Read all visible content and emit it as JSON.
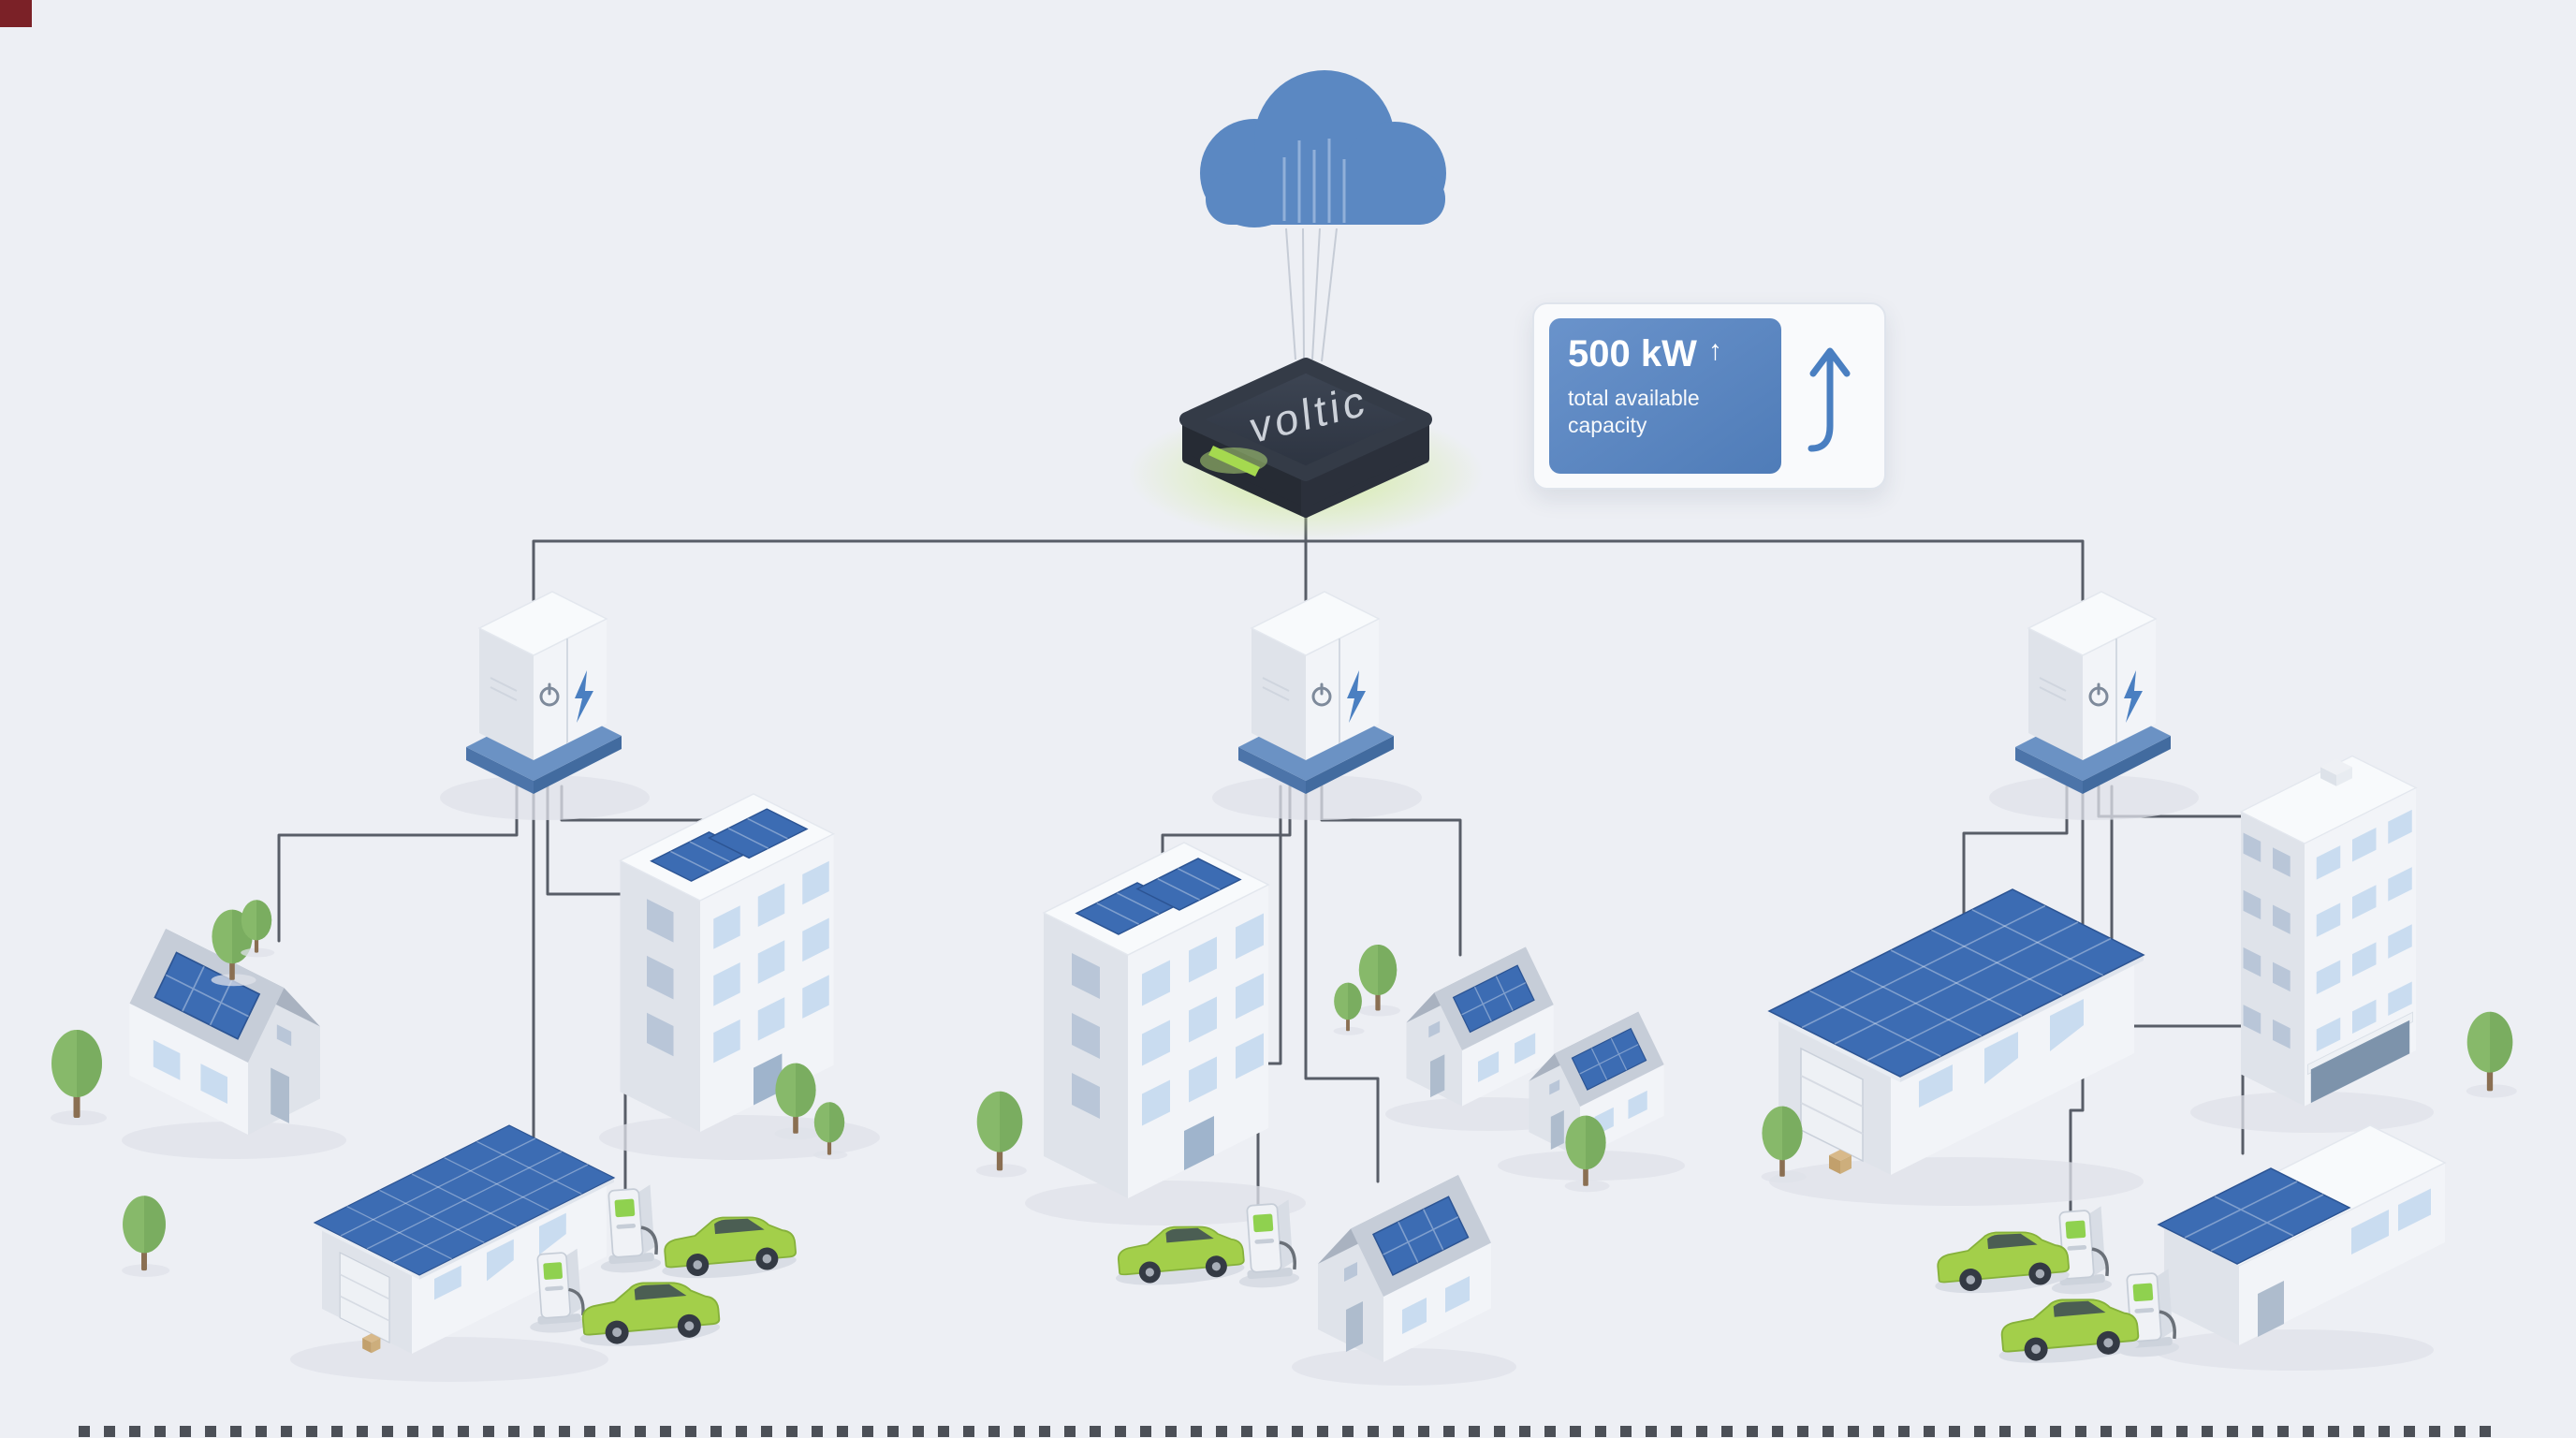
{
  "device": {
    "label": "voltic"
  },
  "capacity_card": {
    "value": "500 kW",
    "arrow_glyph": "↑",
    "caption": "total available capacity"
  },
  "icons": {
    "cloud": "cloud-icon",
    "badge_arrow": "arrow-up-icon",
    "trend_arrow": "trend-up-arrow-icon",
    "power": "power-button-icon",
    "lightning": "lightning-bolt-icon",
    "led": "status-led-icon"
  },
  "colors": {
    "background": "#edeff4",
    "cloud_blue": "#5b88c2",
    "accent_blue": "#4a7fc1",
    "panel_blue_start": "#6a93cb",
    "panel_blue_end": "#4f7cb8",
    "solar_blue": "#3c6cb3",
    "window_blue": "#c9dcf0",
    "device_dark": "#343b47",
    "glow_green": "#cdea8e",
    "led_green": "#a5d94f",
    "ev_green": "#a3cf4a",
    "tree_green": "#87b96a",
    "line_gray": "#585d67",
    "corner_red": "#7b2127"
  }
}
